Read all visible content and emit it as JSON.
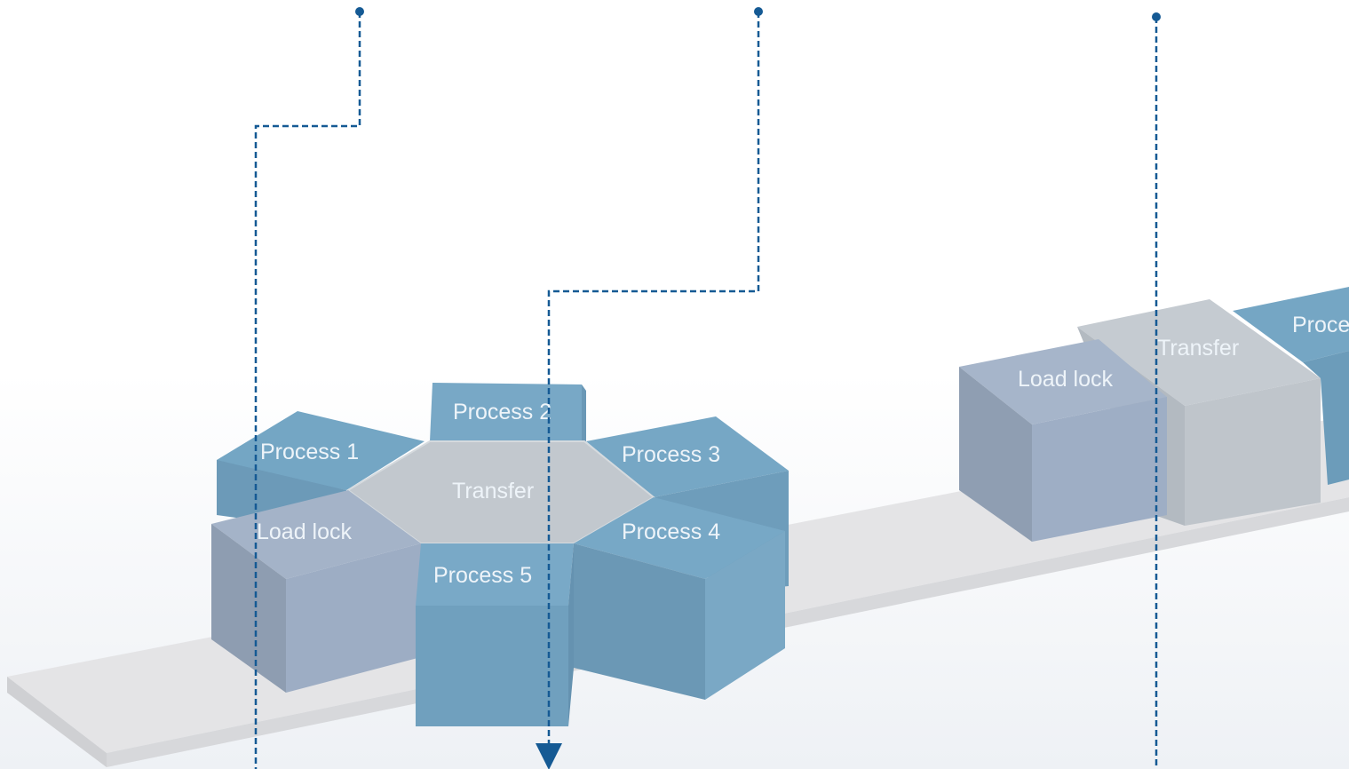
{
  "cluster_tool": {
    "modules": {
      "process_1": "Process 1",
      "process_2": "Process 2",
      "process_3": "Process 3",
      "process_4": "Process 4",
      "process_5": "Process 5",
      "transfer": "Transfer",
      "load_lock": "Load lock"
    }
  },
  "inline_tool": {
    "modules": {
      "load_lock": "Load lock",
      "transfer": "Transfer",
      "process": "Process"
    }
  },
  "colors": {
    "process": "#74a6c4",
    "load_lock": "#9fb0c6",
    "transfer": "#c3c9cf",
    "conveyor": "#e3e3e5",
    "leader_line": "#155a94"
  }
}
